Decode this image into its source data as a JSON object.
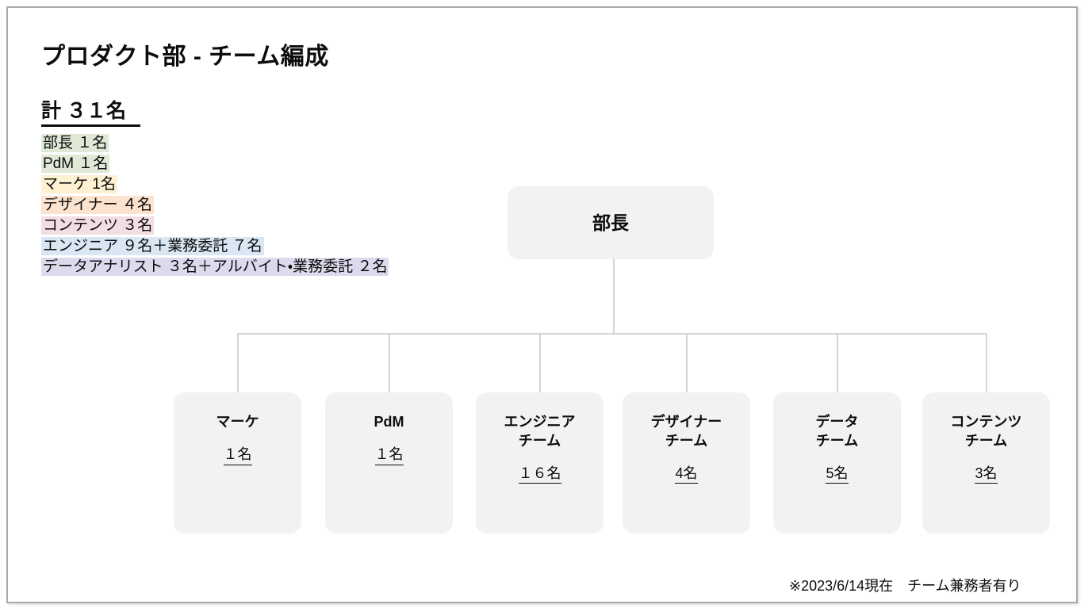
{
  "page_title": "プロダクト部 - チーム編成",
  "summary": {
    "total_label": "計 ３１名",
    "rows": [
      {
        "text": "部長 １名",
        "highlight": "#dfe9d6"
      },
      {
        "text": "PdM １名",
        "highlight": "#dfe9d6"
      },
      {
        "text": "マーケ 1名",
        "highlight": "#fdf1d2"
      },
      {
        "text": " デザイナー ４名",
        "highlight": "#fbe3cf"
      },
      {
        "text": " コンテンツ ３名",
        "highlight": "#f2dde2"
      },
      {
        "text": " エンジニア ９名＋業務委託 ７名",
        "highlight": "#d9e7f4"
      },
      {
        "text": " データアナリスト ３名＋アルバイト・業務委託 ２名",
        "highlight": "#ded9ed"
      }
    ]
  },
  "chart_data": {
    "type": "org-chart",
    "title": "プロダクト部 - チーム編成",
    "node_fill": "#f2f2f2",
    "connector_color": "#d4d4d4",
    "root": {
      "title": "部長"
    },
    "children": [
      {
        "title": "マーケ",
        "count": "１名"
      },
      {
        "title": "PdM",
        "count": "１名"
      },
      {
        "title": "エンジニア\nチーム",
        "count": "１６名"
      },
      {
        "title": "デザイナー\nチーム",
        "count": "4名"
      },
      {
        "title": "データ\nチーム",
        "count": "5名"
      },
      {
        "title": "コンテンツ\nチーム",
        "count": "3名"
      }
    ]
  },
  "footnote": "※2023/6/14現在　チーム兼務者有り"
}
